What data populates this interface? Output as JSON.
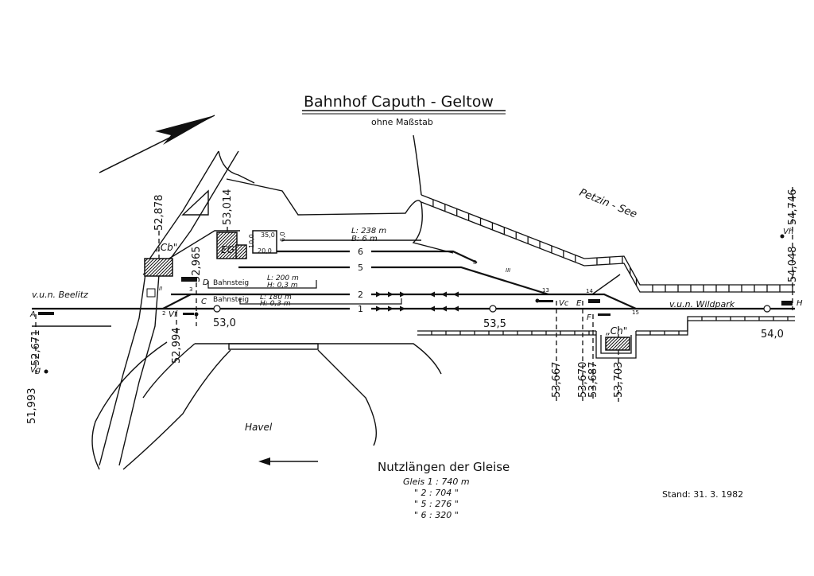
{
  "title": "Bahnhof  Caputh - Geltow",
  "subtitle": "ohne Maßstab",
  "colors": {
    "ink": "#111111",
    "paper": "#ffffff"
  },
  "places": {
    "lake": "Petzin - See",
    "river": "Havel"
  },
  "directions": {
    "west": "v.u.n. Beelitz",
    "east": "v.u.n. Wildpark"
  },
  "tracks": [
    {
      "number": "6"
    },
    {
      "number": "5"
    },
    {
      "number": "2"
    },
    {
      "number": "1"
    }
  ],
  "kilometer_marks": {
    "k530": "53,0",
    "k535": "53,5",
    "k540": "54,0"
  },
  "chainages": [
    "52,878",
    "53,014",
    "52,965",
    "52,994",
    "52,671",
    "51,993",
    "53,667",
    "53,670",
    "53,687",
    "53,703",
    "54,746",
    "54,048"
  ],
  "buildings": {
    "cb": "„Cb\"",
    "eg": "EG",
    "cn": "„Cn\"",
    "dim_a": "35,0",
    "dim_b": "10,0",
    "dim_c": "6,0",
    "dim_d": "20,0"
  },
  "loading_track": {
    "length": "L: 238 m",
    "width": "B:   6 m"
  },
  "platforms": [
    {
      "label": "Bahnsteig",
      "length": "L: 200 m",
      "height": "H:  0,3 m"
    },
    {
      "label": "Bahnsteig",
      "length": "L: 180 m",
      "height": "H:  0,3 m"
    }
  ],
  "signals": {
    "A": "A",
    "Vg": "Vg",
    "D": "D",
    "C": "C",
    "Vf": "Vf",
    "II": "II",
    "III": "III",
    "Vc": "Vc",
    "E": "E",
    "F": "F",
    "Vh": "Vh",
    "H": "H"
  },
  "switches": [
    "2",
    "3",
    "8",
    "13",
    "14",
    "15"
  ],
  "usable_lengths": {
    "title": "Nutzlängen  der  Gleise",
    "rows": [
      "Gleis 1 :  740 m",
      "\"    2 :  704 \"",
      "\"    5 :  276 \"",
      "\"    6 :  320 \""
    ]
  },
  "status": "Stand: 31. 3. 1982"
}
